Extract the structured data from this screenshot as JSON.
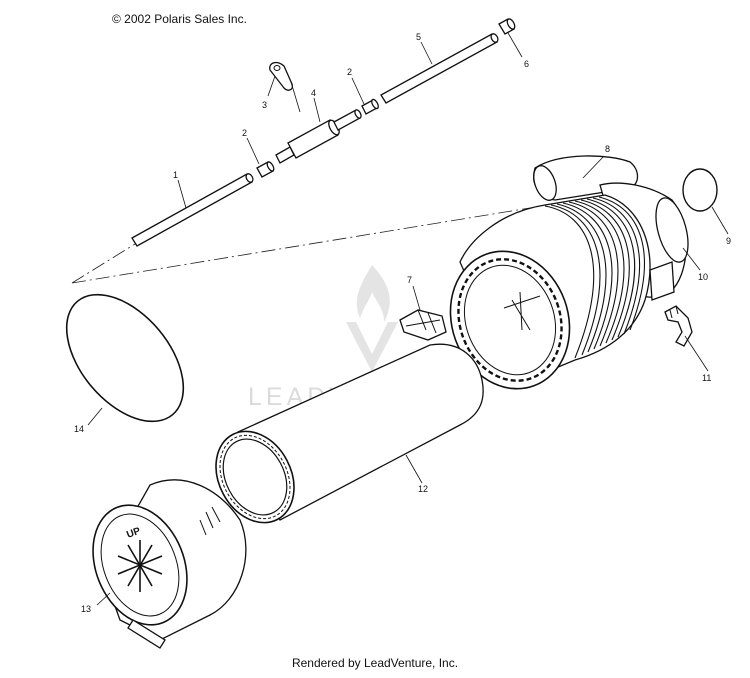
{
  "header": {
    "copyright": "© 2002 Polaris Sales Inc."
  },
  "footer": {
    "rendered_by": "Rendered by LeadVenture, Inc."
  },
  "watermark": {
    "text": "LEADVENTURE",
    "color": "#d8d8d8"
  },
  "callouts": {
    "c1": "1",
    "c2a": "2",
    "c2b": "2",
    "c3": "3",
    "c4": "4",
    "c5": "5",
    "c6": "6",
    "c7": "7",
    "c8": "8",
    "c9": "9",
    "c10": "10",
    "c11": "11",
    "c12": "12",
    "c13": "13",
    "c14": "14"
  },
  "cover_marking": "UP"
}
